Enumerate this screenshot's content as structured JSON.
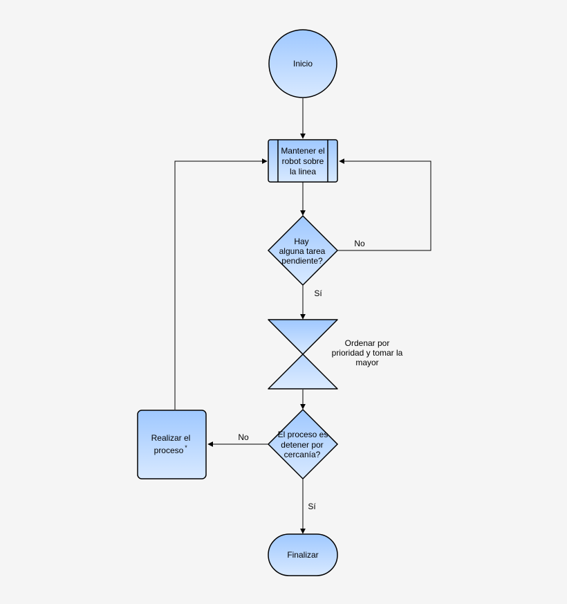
{
  "diagram": {
    "nodes": {
      "inicio": {
        "label": "Inicio"
      },
      "mantener": {
        "lines": [
          "Mantener el",
          "robot sobre",
          "la linea"
        ]
      },
      "hay_tarea": {
        "lines": [
          "Hay",
          "alguna tarea",
          "pendiente?"
        ]
      },
      "ordenar": {
        "lines": [
          "Ordenar por",
          "prioridad y tomar la",
          "mayor"
        ]
      },
      "detener": {
        "lines": [
          "El proceso es",
          "detener por",
          "cercanía?"
        ]
      },
      "realizar": {
        "lines": [
          "Realizar el",
          "proceso"
        ]
      },
      "realizar_mark": "*",
      "finalizar": {
        "label": "Finalizar"
      }
    },
    "edge_labels": {
      "hay_no": "No",
      "hay_si": "Sí",
      "detener_no": "No",
      "detener_si": "Sí"
    },
    "colors": {
      "fill_top": "#9fc8ff",
      "fill_bottom": "#d8e9ff",
      "stroke": "#000000",
      "background": "#f5f5f5"
    }
  }
}
